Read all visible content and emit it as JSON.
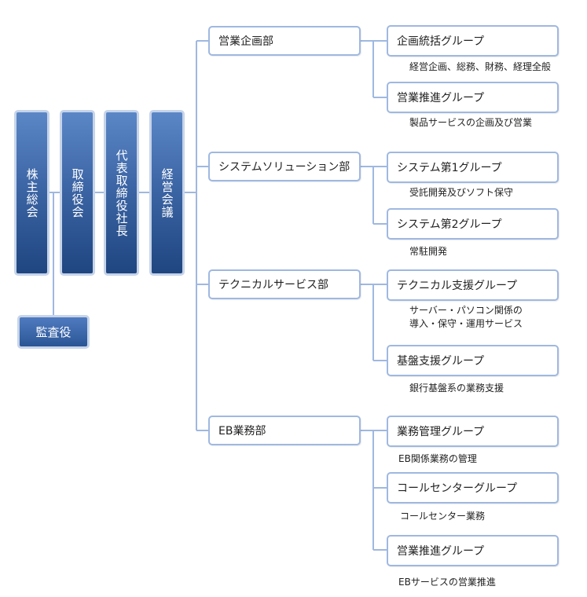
{
  "executives": [
    {
      "label": "株主総会"
    },
    {
      "label": "取締役会"
    },
    {
      "label": "代表取締役社長"
    },
    {
      "label": "経営会議"
    }
  ],
  "auditor": {
    "label": "監査役"
  },
  "departments": [
    {
      "label": "営業企画部",
      "groups": [
        {
          "label": "企画統括グループ",
          "desc": [
            "経営企画、総務、財務、経理全般"
          ]
        },
        {
          "label": "営業推進グループ",
          "desc": [
            "製品サービスの企画及び営業"
          ]
        }
      ]
    },
    {
      "label": "システムソリューション部",
      "groups": [
        {
          "label": "システム第1グループ",
          "desc": [
            "受託開発及びソフト保守"
          ]
        },
        {
          "label": "システム第2グループ",
          "desc": [
            "常駐開発"
          ]
        }
      ]
    },
    {
      "label": "テクニカルサービス部",
      "groups": [
        {
          "label": "テクニカル支援グループ",
          "desc": [
            "サーバー・パソコン関係の",
            "導入・保守・運用サービス"
          ]
        },
        {
          "label": "基盤支援グループ",
          "desc": [
            "銀行基盤系の業務支援"
          ]
        }
      ]
    },
    {
      "label": "EB業務部",
      "groups": [
        {
          "label": "業務管理グループ",
          "desc": [
            "EB関係業務の管理"
          ]
        },
        {
          "label": "コールセンターグループ",
          "desc": [
            "コールセンター業務"
          ]
        },
        {
          "label": "営業推進グループ",
          "desc": [
            "EBサービスの営業推進"
          ]
        }
      ]
    }
  ]
}
